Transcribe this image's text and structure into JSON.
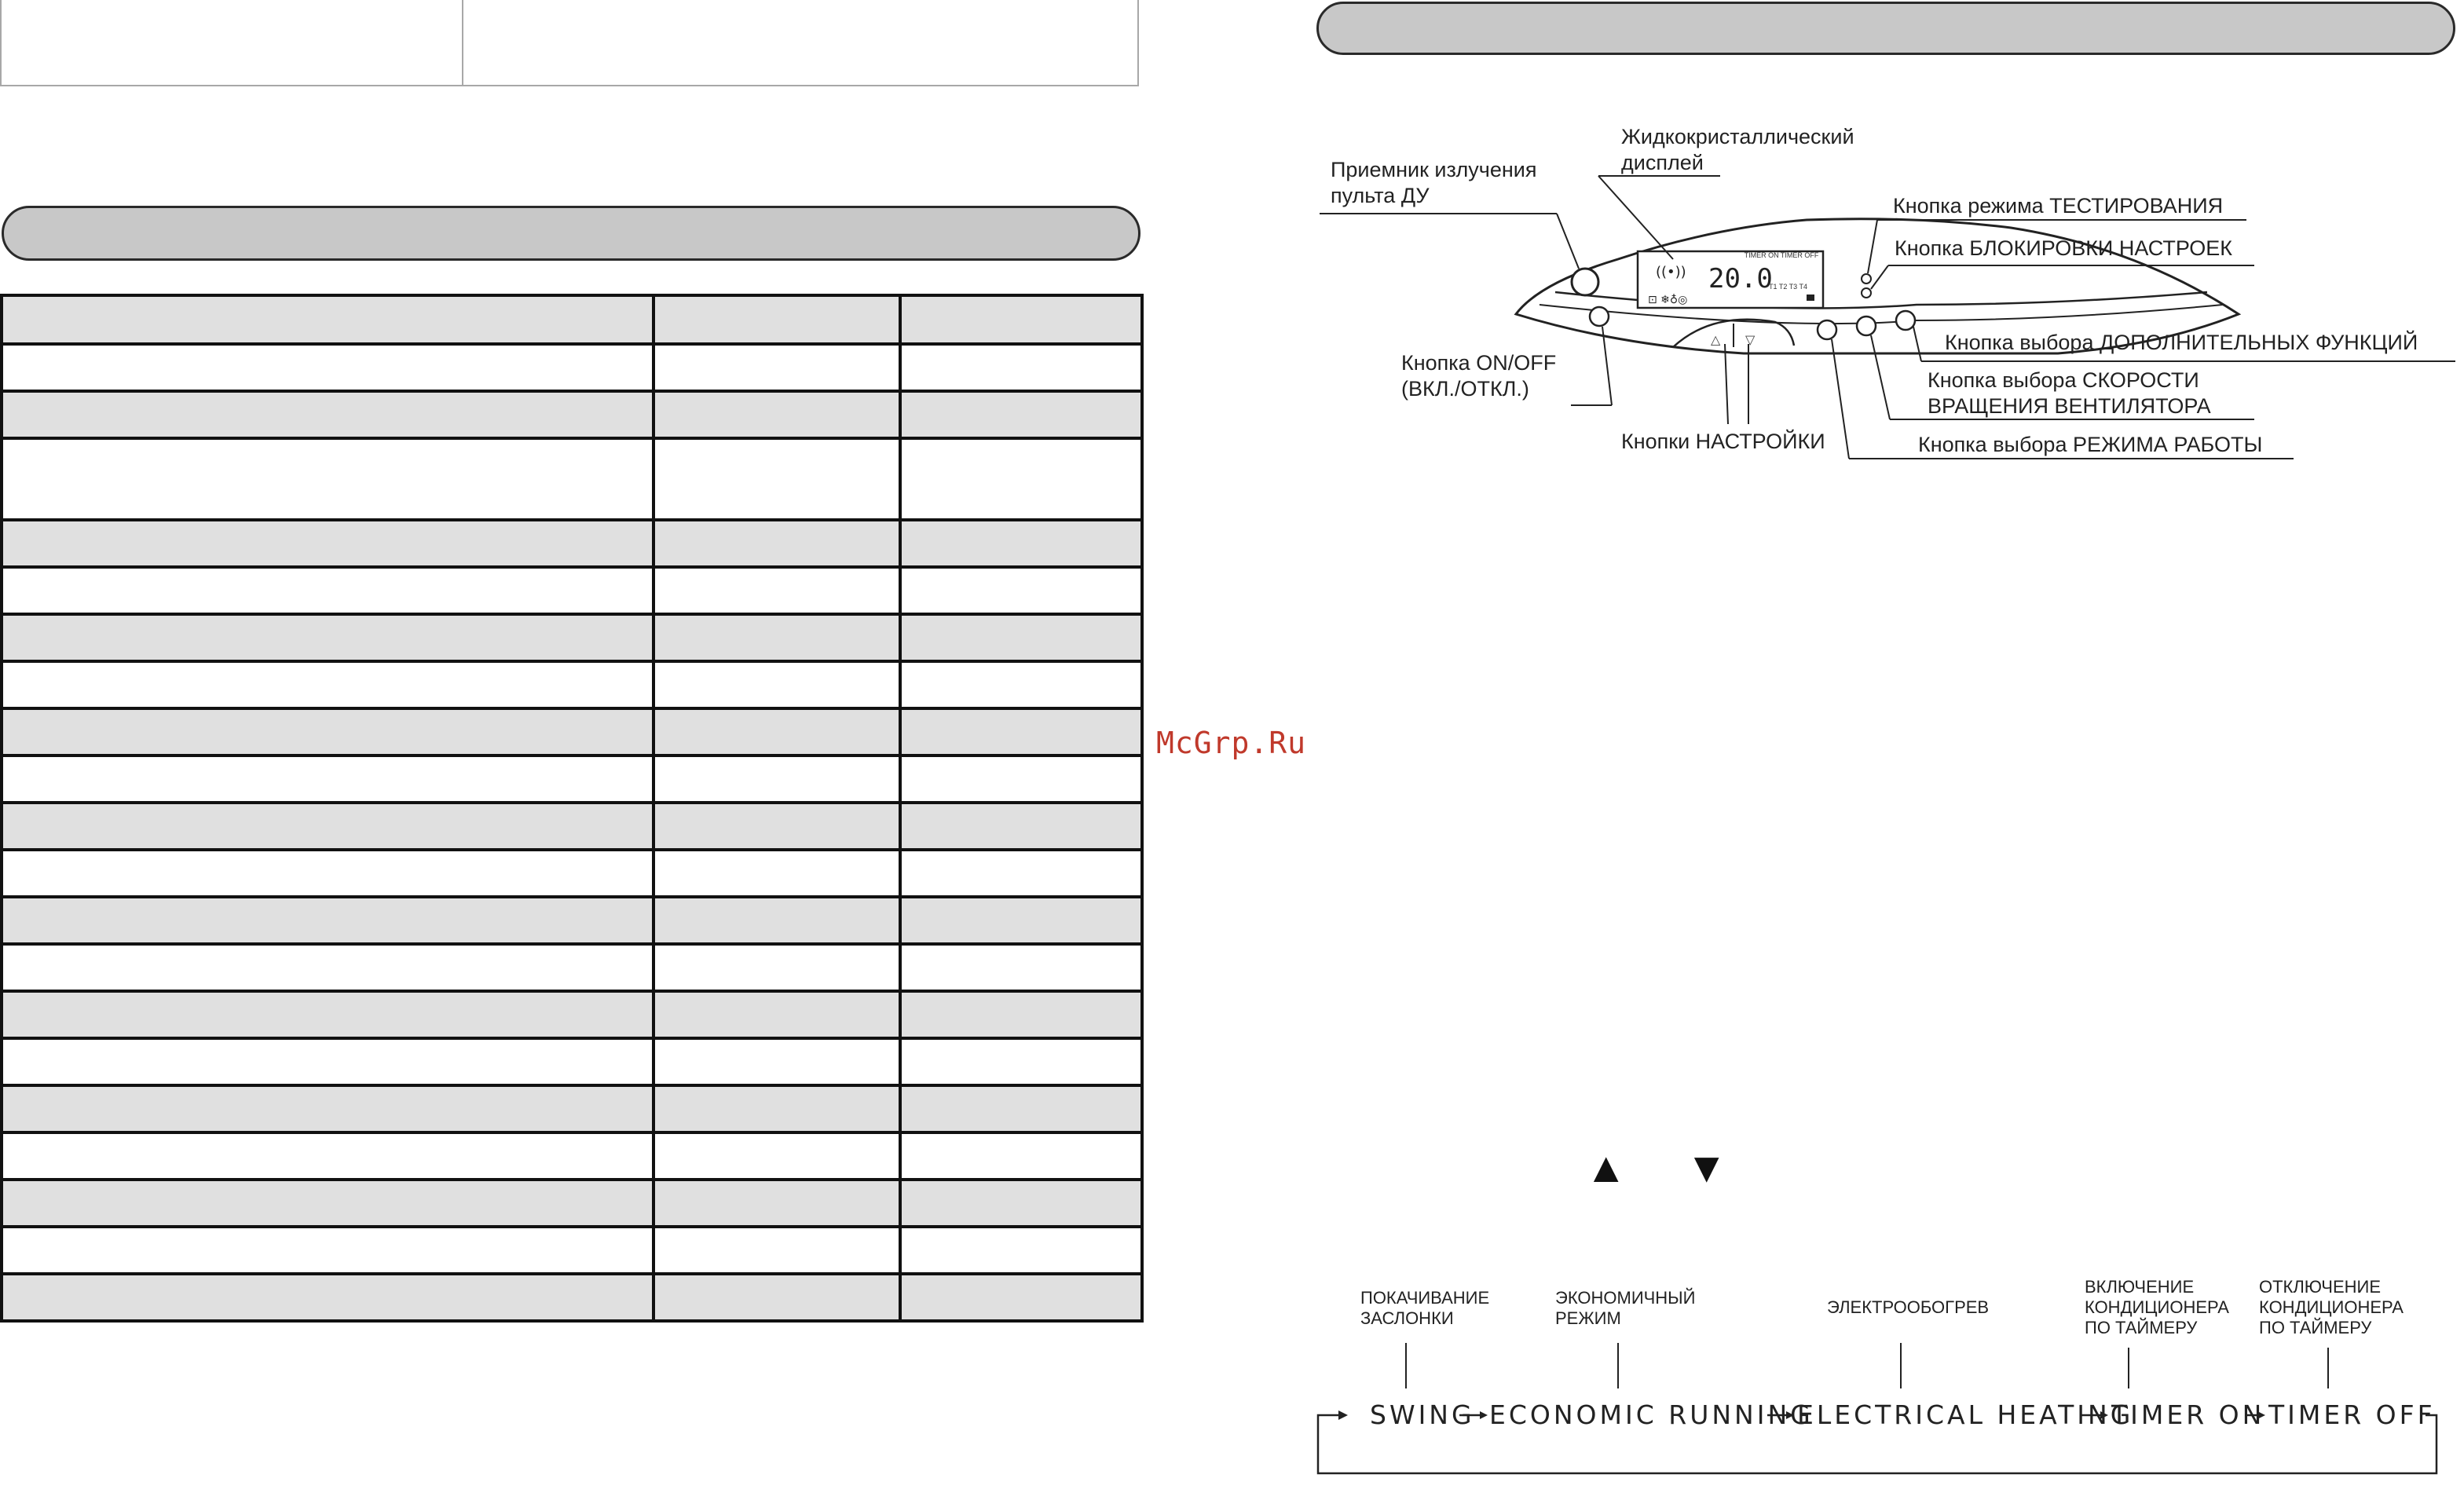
{
  "remote_diagram": {
    "labels": {
      "receiver": [
        "Приемник излучения",
        "пульта ДУ"
      ],
      "lcd": [
        "Жидкокристаллический",
        "дисплей"
      ],
      "test_mode": "Кнопка режима ТЕСТИРОВАНИЯ",
      "lock": "Кнопка БЛОКИРОВКИ НАСТРОЕК",
      "extra_functions": "Кнопка выбора ДОПОЛНИТЕЛЬНЫХ ФУНКЦИЙ",
      "fan_speed": [
        "Кнопка выбора СКОРОСТИ",
        "ВРАЩЕНИЯ ВЕНТИЛЯТОРА"
      ],
      "on_off": [
        "Кнопка ON/OFF",
        "(ВКЛ./ОТКЛ.)"
      ],
      "settings": "Кнопки НАСТРОЙКИ",
      "mode": "Кнопка выбора РЕЖИМА РАБОТЫ"
    },
    "lcd_top_text": "TIMER ON TIMER OFF",
    "lcd_digits": "20.0",
    "lcd_timer_labels": "T1 T2 T3 T4"
  },
  "arrows": {
    "up": "▲",
    "down": "▼"
  },
  "flow": {
    "captions": {
      "swing": [
        "ПОКАЧИВАНИЕ",
        "ЗАСЛОНКИ"
      ],
      "economic": [
        "ЭКОНОМИЧНЫЙ",
        "РЕЖИМ"
      ],
      "heating": [
        "ЭЛЕКТРООБОГРЕВ"
      ],
      "timer_on": [
        "ВКЛЮЧЕНИЕ",
        "КОНДИЦИОНЕРА",
        "ПО ТАЙМЕРУ"
      ],
      "timer_off": [
        "ОТКЛЮЧЕНИЕ",
        "КОНДИЦИОНЕРА",
        "ПО ТАЙМЕРУ"
      ]
    },
    "steps": {
      "swing": "SWING",
      "economic": "ECONOMIC RUNNING",
      "heating": "ELECTRICAL HEATING",
      "timer_on": "TIMER ON",
      "timer_off": "TIMER OFF"
    }
  },
  "watermark": "McGrp.Ru"
}
